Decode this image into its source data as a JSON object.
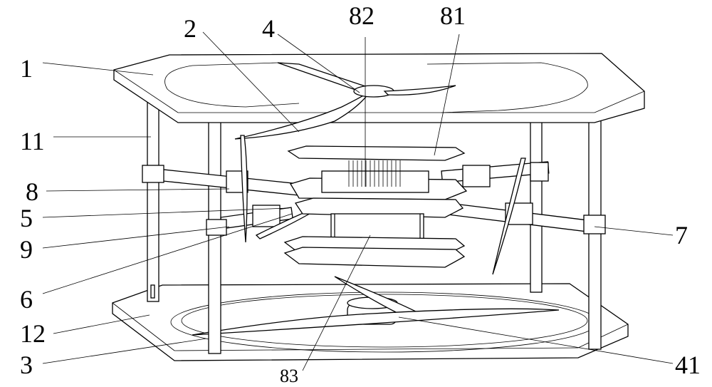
{
  "figure": {
    "labels": {
      "l1": "1",
      "l2": "2",
      "l4": "4",
      "l82": "82",
      "l81": "81",
      "l11": "11",
      "l8": "8",
      "l5": "5",
      "l9": "9",
      "l6": "6",
      "l12": "12",
      "l3": "3",
      "l83": "83",
      "l41": "41",
      "l7": "7"
    }
  }
}
